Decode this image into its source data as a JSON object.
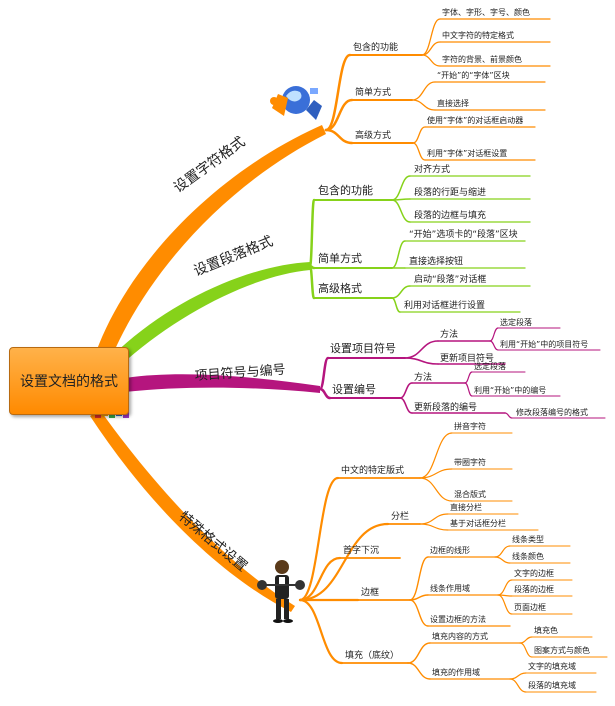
{
  "root": "设置文档的格式",
  "colors": {
    "orange": "#ff8c00",
    "green": "#86d21a",
    "magenta": "#b5157e"
  },
  "branches": [
    {
      "label": "设置字符格式",
      "children": [
        {
          "label": "包含的功能",
          "children": [
            "字体、字形、字号、颜色",
            "中文字符的特定格式",
            "字符的背景、前景颜色"
          ]
        },
        {
          "label": "简单方式",
          "children": [
            "“开始”的“字体”区块",
            "直接选择"
          ]
        },
        {
          "label": "高级方式",
          "children": [
            "使用“字体”的对话框启动器",
            "利用“字体”对话框设置"
          ]
        }
      ]
    },
    {
      "label": "设置段落格式",
      "children": [
        {
          "label": "包含的功能",
          "children": [
            "对齐方式",
            "段落的行距与缩进",
            "段落的边框与填充"
          ]
        },
        {
          "label": "简单方式",
          "children": [
            "“开始”选项卡的“段落”区块",
            "直接选择按钮"
          ]
        },
        {
          "label": "高级格式",
          "children": [
            "启动“段落”对话框",
            "利用对话框进行设置"
          ]
        }
      ]
    },
    {
      "label": "项目符号与编号",
      "children": [
        {
          "label": "设置项目符号",
          "children": [
            {
              "label": "方法",
              "children": [
                "选定段落",
                "利用“开始”中的项目符号"
              ]
            },
            {
              "label": "更新项目符号"
            }
          ]
        },
        {
          "label": "设置编号",
          "children": [
            {
              "label": "方法",
              "children": [
                "选定段落",
                "利用“开始”中的编号"
              ]
            },
            {
              "label": "更新段落的编号",
              "children": [
                "修改段落编号的格式"
              ]
            }
          ]
        }
      ]
    },
    {
      "label": "特殊格式设置",
      "children": [
        {
          "label": "中文的特定版式",
          "children": [
            "拼音字符",
            "带圈字符",
            "混合版式"
          ]
        },
        {
          "label": "分栏",
          "children": [
            "直接分栏",
            "基于对话框分栏"
          ]
        },
        {
          "label": "首字下沉"
        },
        {
          "label": "边框",
          "children": [
            {
              "label": "边框的线形",
              "children": [
                "线条类型",
                "线条颜色"
              ]
            },
            {
              "label": "线条作用域",
              "children": [
                "文字的边框",
                "段落的边框",
                "页面边框"
              ]
            },
            {
              "label": "设置边框的方法"
            }
          ]
        },
        {
          "label": "填充（底纹）",
          "children": [
            {
              "label": "填充内容的方式",
              "children": [
                "填充色",
                "图案方式与颜色"
              ]
            },
            {
              "label": "填充的作用域",
              "children": [
                "文字的填充域",
                "段落的填充域"
              ]
            }
          ]
        }
      ]
    }
  ]
}
